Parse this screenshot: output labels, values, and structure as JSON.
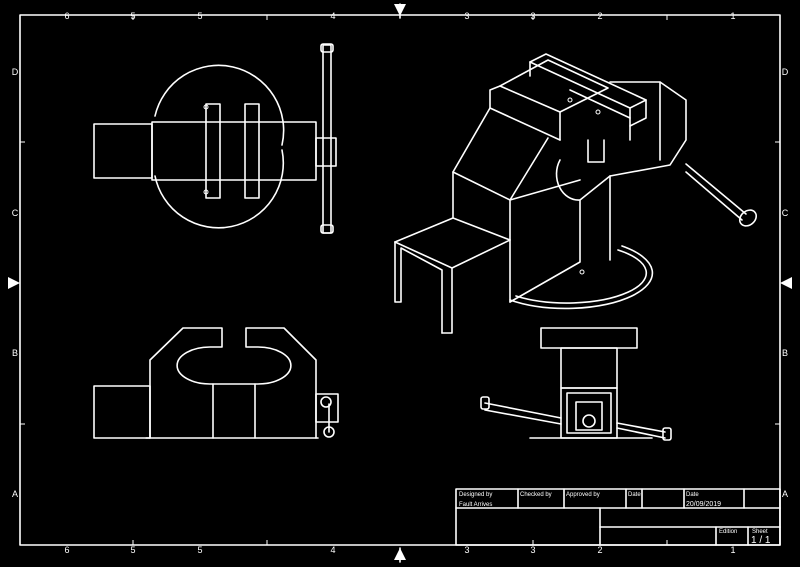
{
  "border": {
    "top_zones": [
      "6",
      "5",
      "5",
      "4",
      "3",
      "3",
      "2",
      "1"
    ],
    "bottom_zones": [
      "6",
      "5",
      "5",
      "4",
      "3",
      "3",
      "2",
      "1"
    ],
    "left_zones": [
      "D",
      "C",
      "B",
      "A"
    ],
    "right_zones": [
      "D",
      "C",
      "B",
      "A"
    ]
  },
  "title_block": {
    "designed_by_label": "Designed by",
    "designed_by_value": "Fault Arrives",
    "checked_by_label": "Checked by",
    "approved_by_label": "Approved by",
    "date_label_1": "Date",
    "date_label_2": "Date",
    "date_value": "20/09/2019",
    "edition_label": "Edition",
    "sheet_label": "Sheet",
    "sheet_value": "1 / 1"
  },
  "views": [
    "top-view",
    "front-view",
    "side-view",
    "isometric-view"
  ]
}
